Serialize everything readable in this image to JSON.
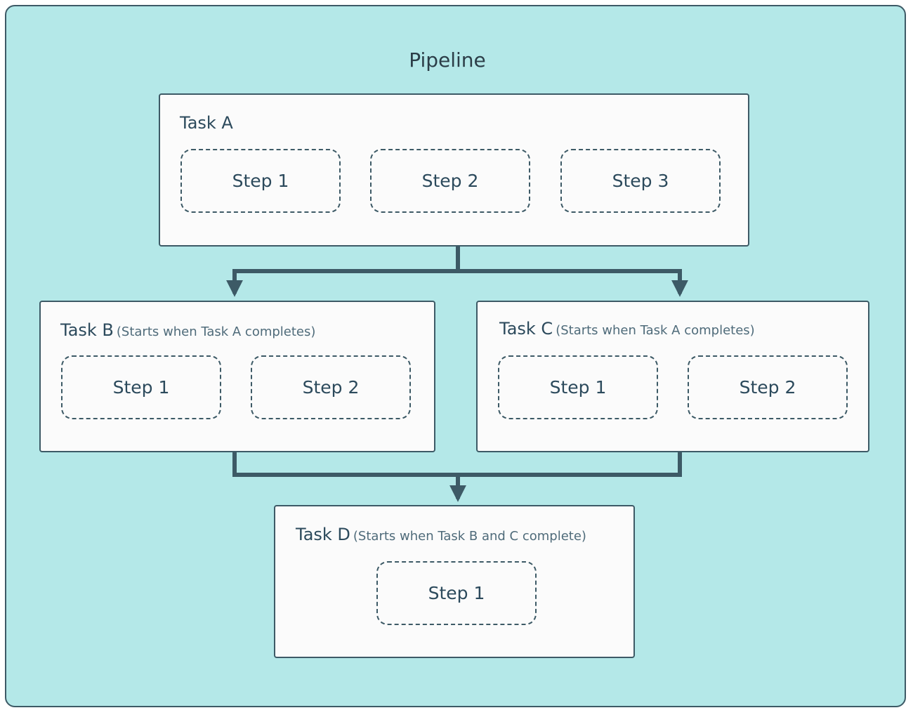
{
  "pipeline": {
    "title": "Pipeline"
  },
  "tasks": {
    "a": {
      "name": "Task A",
      "note": "",
      "steps": [
        "Step 1",
        "Step 2",
        "Step 3"
      ]
    },
    "b": {
      "name": "Task B",
      "note": "(Starts when Task A completes)",
      "steps": [
        "Step 1",
        "Step 2"
      ]
    },
    "c": {
      "name": "Task C",
      "note": "(Starts when Task A completes)",
      "steps": [
        "Step 1",
        "Step 2"
      ]
    },
    "d": {
      "name": "Task D",
      "note": "(Starts when Task B and C complete)",
      "steps": [
        "Step 1"
      ]
    }
  },
  "colors": {
    "background": "#b4e8e8",
    "box_fill": "#fbfbfb",
    "stroke": "#3d5a66",
    "text": "#2c4a5c"
  }
}
